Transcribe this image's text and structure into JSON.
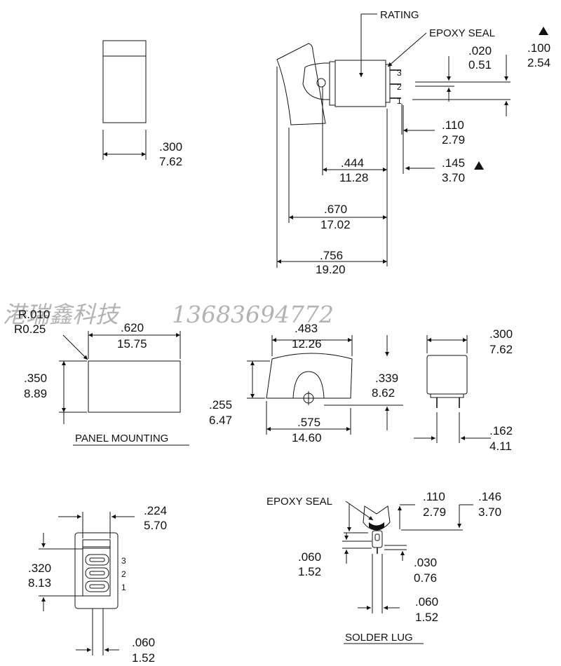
{
  "watermark": {
    "company": "港瑞鑫科技",
    "phone": "13683694772"
  },
  "labels": {
    "rating": "RATING",
    "epoxy_seal_top": "EPOXY SEAL",
    "epoxy_seal_bottom": "EPOXY SEAL",
    "panel_mounting": "PANEL  MOUNTING",
    "solder_lug": "SOLDER LUG"
  },
  "pins": {
    "p3": "3",
    "p2": "2",
    "p1": "1",
    "f3": "3",
    "f2": "2",
    "f1": "1"
  },
  "dims": {
    "actuator_width": {
      "in": ".300",
      "mm": "7.62"
    },
    "pin_thickness": {
      "in": ".020",
      "mm": "0.51"
    },
    "pin_pitch_top": {
      "in": ".100",
      "mm": "2.54"
    },
    "pin_offset": {
      "in": ".110",
      "mm": "2.79"
    },
    "pin_length": {
      "in": ".145",
      "mm": "3.70"
    },
    "body_depth": {
      "in": ".444",
      "mm": "11.28"
    },
    "overall_depth": {
      "in": ".670",
      "mm": "17.02"
    },
    "total_depth": {
      "in": ".756",
      "mm": "19.20"
    },
    "corner_radius": {
      "in": "R.010",
      "mm": "R0.25"
    },
    "panel_width": {
      "in": ".620",
      "mm": "15.75"
    },
    "panel_height": {
      "in": ".350",
      "mm": "8.89"
    },
    "rocker_width": {
      "in": ".483",
      "mm": "12.26"
    },
    "rocker_height": {
      "in": ".339",
      "mm": "8.62"
    },
    "rocker_low": {
      "in": ".255",
      "mm": "6.47"
    },
    "rocker_base": {
      "in": ".575",
      "mm": "14.60"
    },
    "side_width": {
      "in": ".300",
      "mm": "7.62"
    },
    "side_pin_spacing": {
      "in": ".162",
      "mm": "4.11"
    },
    "bottom_width": {
      "in": ".224",
      "mm": "5.70"
    },
    "bottom_height": {
      "in": ".320",
      "mm": "8.13"
    },
    "bottom_pin_width": {
      "in": ".060",
      "mm": "1.52"
    },
    "lug_offset": {
      "in": ".110",
      "mm": "2.79"
    },
    "lug_length": {
      "in": ".146",
      "mm": "3.70"
    },
    "lug_hole": {
      "in": ".060",
      "mm": "1.52"
    },
    "lug_thickness": {
      "in": ".030",
      "mm": "0.76"
    },
    "lug_width": {
      "in": ".060",
      "mm": "1.52"
    }
  }
}
